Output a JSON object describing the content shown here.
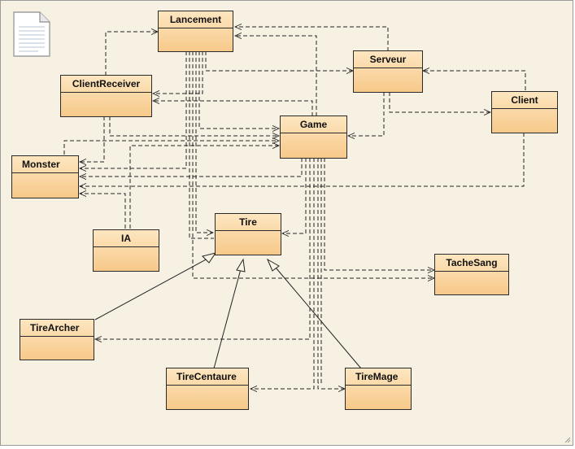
{
  "classes": {
    "lancement": "Lancement",
    "serveur": "Serveur",
    "client_receiver": "ClientReceiver",
    "client": "Client",
    "game": "Game",
    "monster": "Monster",
    "ia": "IA",
    "tire": "Tire",
    "tache_sang": "TacheSang",
    "tire_archer": "TireArcher",
    "tire_centaure": "TireCentaure",
    "tire_mage": "TireMage"
  },
  "icons": {
    "document": "document-icon"
  },
  "colors": {
    "canvas": "#f6f1e3",
    "box_top": "#fde6c0",
    "box_bottom": "#f7c98a",
    "line": "#222222"
  }
}
